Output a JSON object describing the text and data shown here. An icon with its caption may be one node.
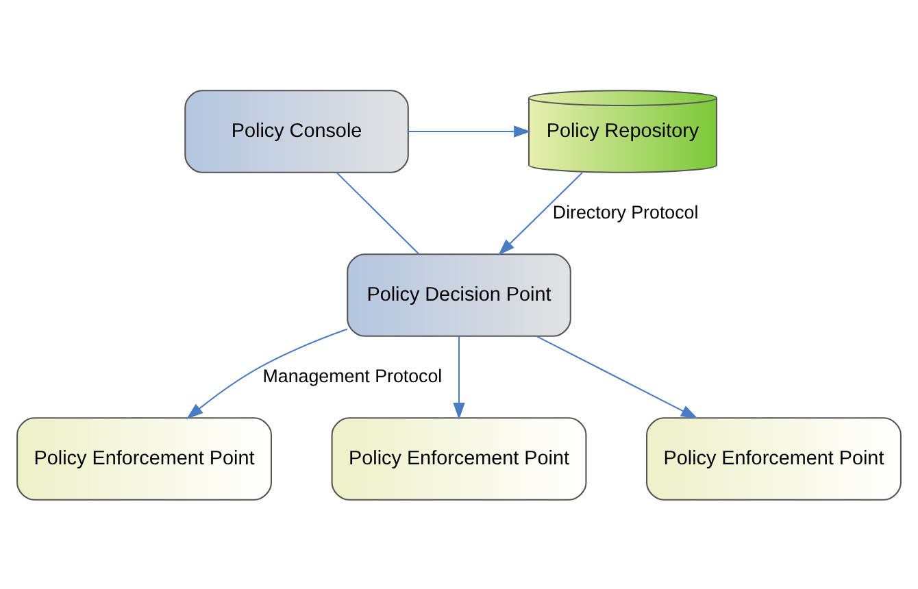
{
  "diagram": {
    "nodes": [
      {
        "text": [
          "Policy Console"
        ]
      },
      {
        "text": [
          "Policy Repository"
        ]
      },
      {
        "text": [
          "Policy Decision Point"
        ]
      },
      {
        "text": [
          "Policy Enforcement Point"
        ]
      },
      {
        "text": [
          "Policy Enforcement Point"
        ]
      },
      {
        "text": [
          "Policy Enforcement Point"
        ]
      }
    ],
    "edges": [
      {
        "from": 0,
        "to": 1,
        "arrow": "to"
      },
      {
        "from": 0,
        "to": 2,
        "arrow": "none"
      },
      {
        "from": 1,
        "to": 2,
        "arrow": "to",
        "label": "Directory Protocol"
      },
      {
        "from": 2,
        "to": 3,
        "arrow": "to",
        "label": "Management Protocol"
      },
      {
        "from": 2,
        "to": 4,
        "arrow": "to"
      },
      {
        "from": 2,
        "to": 5,
        "arrow": "to"
      }
    ]
  }
}
